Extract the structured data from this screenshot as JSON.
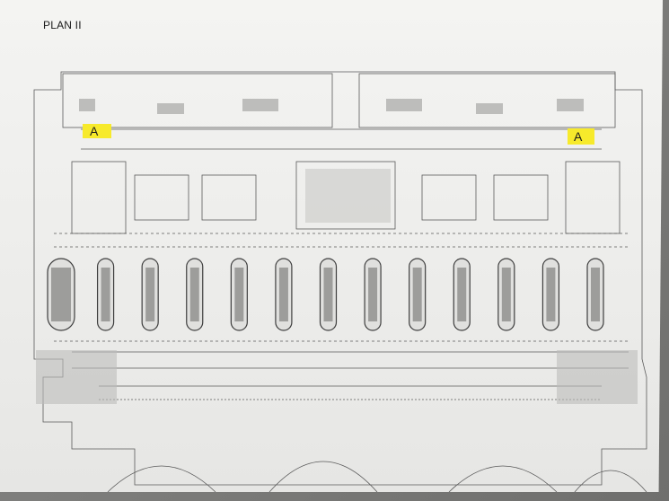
{
  "page": {
    "title": "PLAN II"
  },
  "plan": {
    "markers": [
      {
        "label": "A",
        "highlight_color": "#f7ea2b"
      },
      {
        "label": "A",
        "highlight_color": "#f7ea2b"
      }
    ],
    "line_color": "#5a5a5a",
    "pier_count": 13
  }
}
